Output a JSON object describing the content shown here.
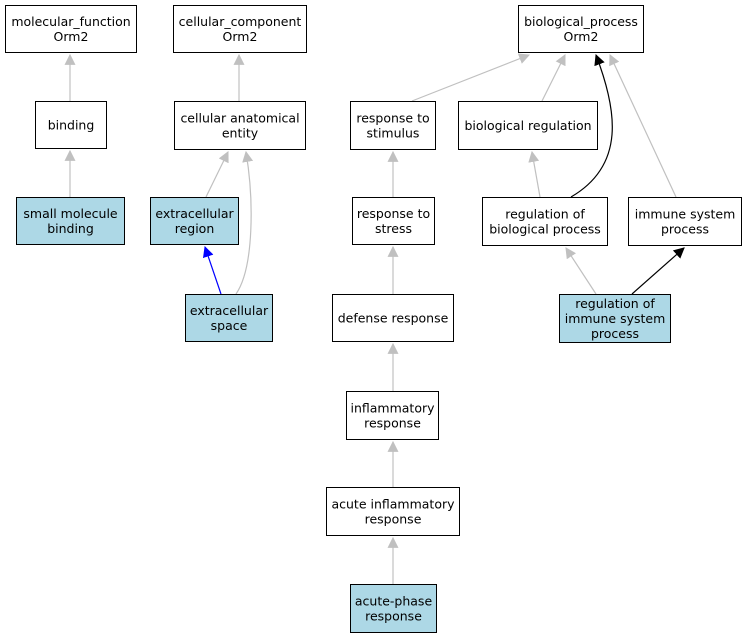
{
  "colors": {
    "plain_fill": "#ffffff",
    "highlight_fill": "#add8e6",
    "edge_gray": "#c0c0c0",
    "edge_black": "#000000",
    "edge_blue": "#0000ff"
  },
  "nodes": [
    {
      "id": "mf",
      "lines": [
        "molecular_function",
        "Orm2"
      ],
      "highlighted": false
    },
    {
      "id": "cc",
      "lines": [
        "cellular_component",
        "Orm2"
      ],
      "highlighted": false
    },
    {
      "id": "bp",
      "lines": [
        "biological_process",
        "Orm2"
      ],
      "highlighted": false
    },
    {
      "id": "binding",
      "lines": [
        "binding"
      ],
      "highlighted": false
    },
    {
      "id": "cae",
      "lines": [
        "cellular anatomical",
        "entity"
      ],
      "highlighted": false
    },
    {
      "id": "rts",
      "lines": [
        "response to",
        "stimulus"
      ],
      "highlighted": false
    },
    {
      "id": "breg",
      "lines": [
        "biological regulation"
      ],
      "highlighted": false
    },
    {
      "id": "smb",
      "lines": [
        "small molecule",
        "binding"
      ],
      "highlighted": true
    },
    {
      "id": "er",
      "lines": [
        "extracellular",
        "region"
      ],
      "highlighted": true
    },
    {
      "id": "rtstress",
      "lines": [
        "response to",
        "stress"
      ],
      "highlighted": false
    },
    {
      "id": "rbp",
      "lines": [
        "regulation of",
        "biological process"
      ],
      "highlighted": false
    },
    {
      "id": "isp",
      "lines": [
        "immune system",
        "process"
      ],
      "highlighted": false
    },
    {
      "id": "es",
      "lines": [
        "extracellular",
        "space"
      ],
      "highlighted": true
    },
    {
      "id": "dr",
      "lines": [
        "defense response"
      ],
      "highlighted": false
    },
    {
      "id": "risp",
      "lines": [
        "regulation of",
        "immune system",
        "process"
      ],
      "highlighted": true
    },
    {
      "id": "ir",
      "lines": [
        "inflammatory",
        "response"
      ],
      "highlighted": false
    },
    {
      "id": "air",
      "lines": [
        "acute inflammatory",
        "response"
      ],
      "highlighted": false
    },
    {
      "id": "apr",
      "lines": [
        "acute-phase",
        "response"
      ],
      "highlighted": true
    }
  ],
  "edges": [
    {
      "from": "binding",
      "to": "mf",
      "style": "gray"
    },
    {
      "from": "smb",
      "to": "binding",
      "style": "gray"
    },
    {
      "from": "cae",
      "to": "cc",
      "style": "gray"
    },
    {
      "from": "er",
      "to": "cae",
      "style": "gray"
    },
    {
      "from": "es",
      "to": "cae",
      "style": "gray"
    },
    {
      "from": "es",
      "to": "er",
      "style": "blue"
    },
    {
      "from": "rts",
      "to": "bp",
      "style": "gray"
    },
    {
      "from": "breg",
      "to": "bp",
      "style": "gray"
    },
    {
      "from": "rbp",
      "to": "bp",
      "style": "black"
    },
    {
      "from": "isp",
      "to": "bp",
      "style": "gray"
    },
    {
      "from": "rbp",
      "to": "breg",
      "style": "gray"
    },
    {
      "from": "rtstress",
      "to": "rts",
      "style": "gray"
    },
    {
      "from": "dr",
      "to": "rtstress",
      "style": "gray"
    },
    {
      "from": "ir",
      "to": "dr",
      "style": "gray"
    },
    {
      "from": "air",
      "to": "ir",
      "style": "gray"
    },
    {
      "from": "apr",
      "to": "air",
      "style": "gray"
    },
    {
      "from": "risp",
      "to": "rbp",
      "style": "gray"
    },
    {
      "from": "risp",
      "to": "isp",
      "style": "black"
    }
  ]
}
